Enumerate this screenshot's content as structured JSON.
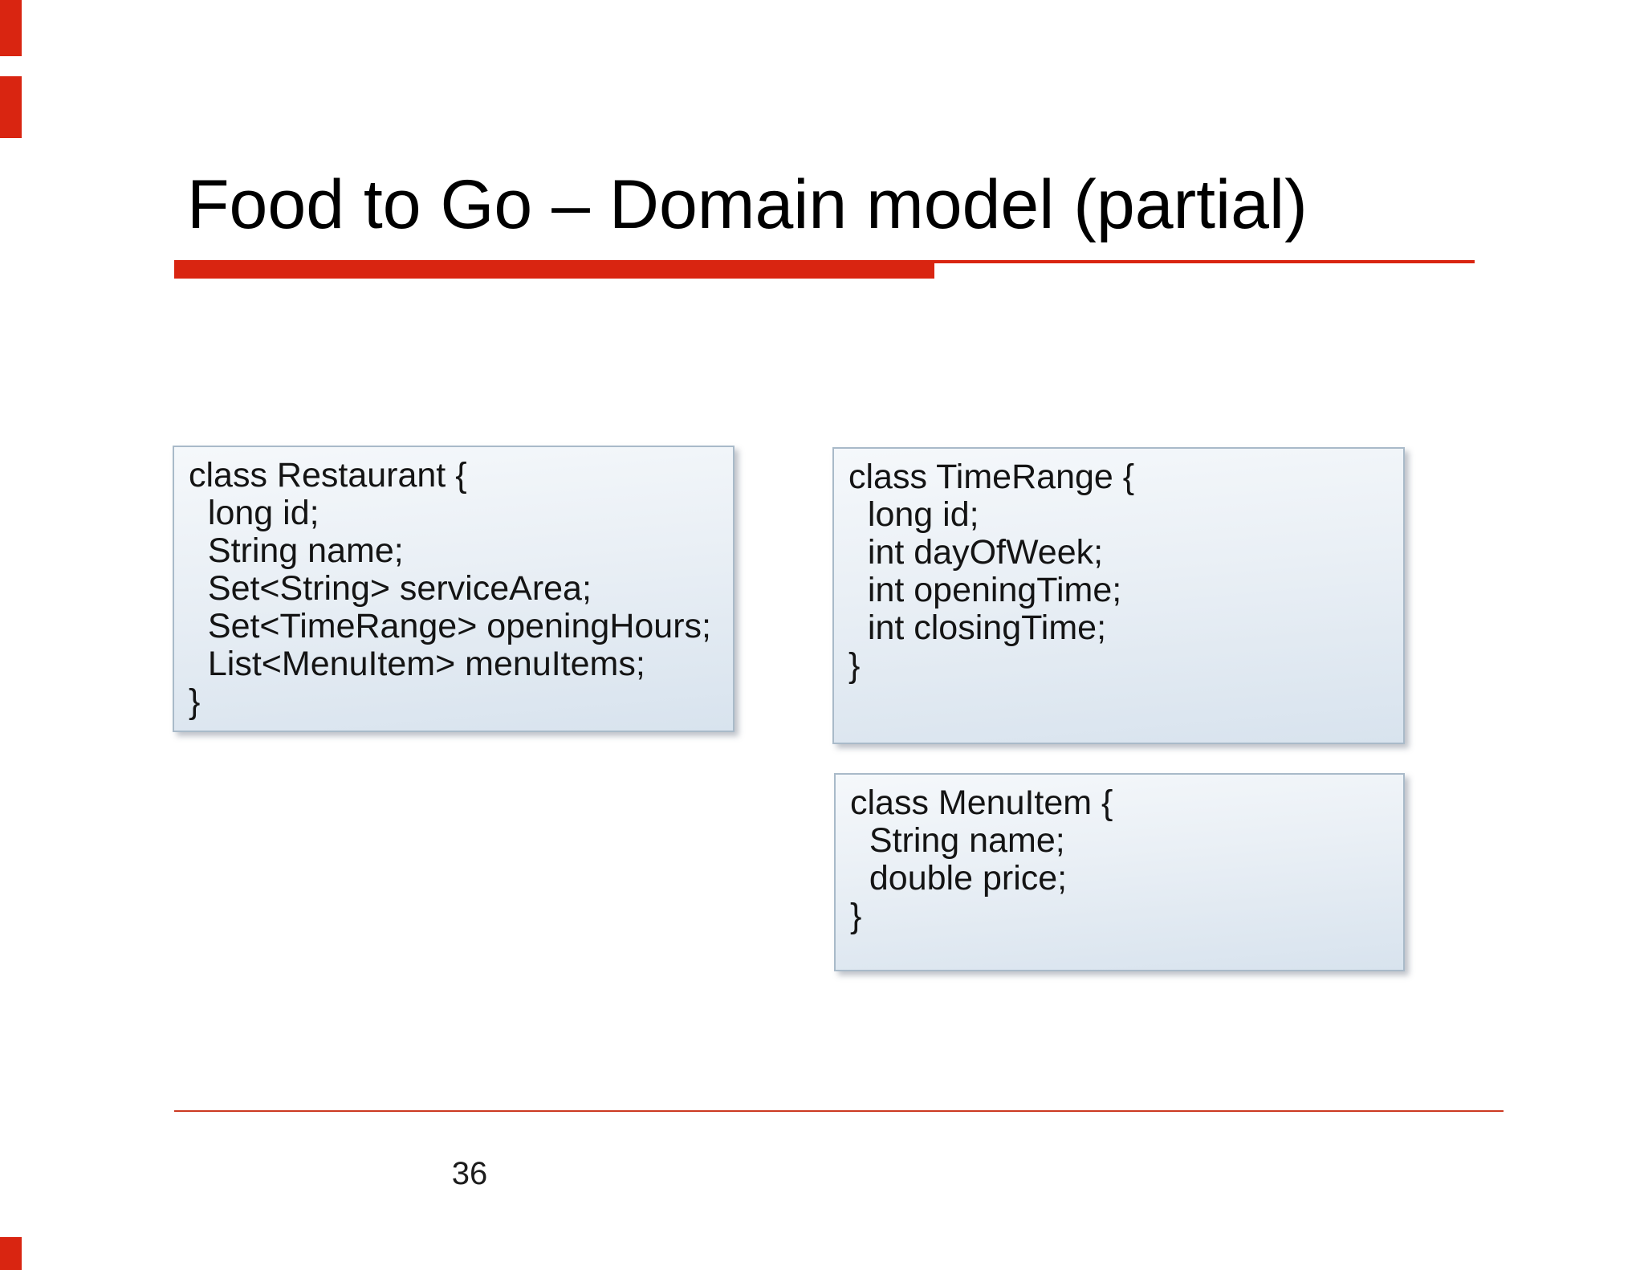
{
  "slide": {
    "title": "Food to Go – Domain model (partial)",
    "accent_color": "#d92511",
    "footer_rule_color": "#cc3a22",
    "page_number": "36",
    "boxes": [
      {
        "name": "Restaurant",
        "lines": [
          "class Restaurant {",
          "  long id;",
          "  String name;",
          "  Set<String> serviceArea;",
          "  Set<TimeRange> openingHours;",
          "  List<MenuItem> menuItems;",
          "}"
        ]
      },
      {
        "name": "TimeRange",
        "lines": [
          "class TimeRange {",
          "  long id;",
          "  int dayOfWeek;",
          "  int openingTime;",
          "  int closingTime;",
          "}"
        ]
      },
      {
        "name": "MenuItem",
        "lines": [
          "class MenuItem {",
          "  String name;",
          "  double price;",
          "}"
        ]
      }
    ]
  }
}
